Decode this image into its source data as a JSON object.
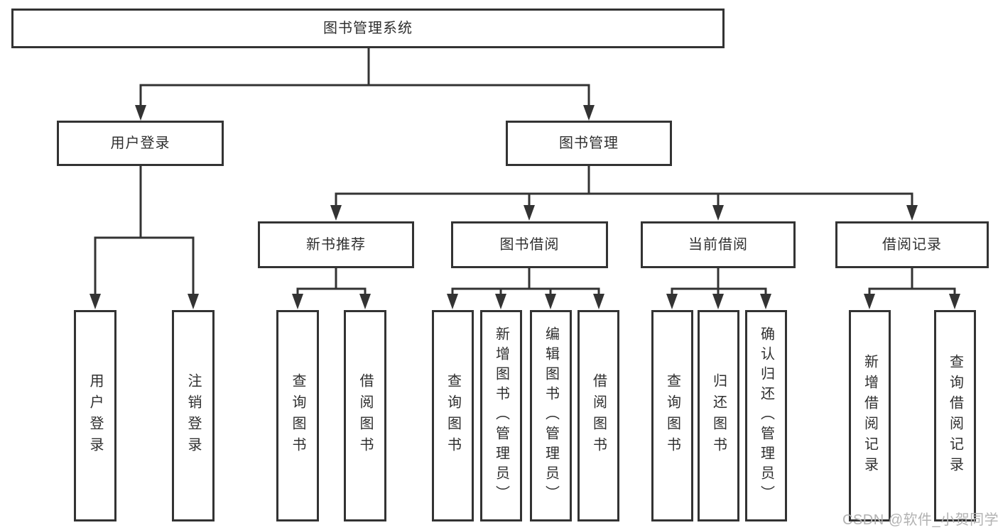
{
  "diagram": {
    "root": {
      "label": "图书管理系统"
    },
    "branches": [
      {
        "label": "用户登录",
        "children": [
          {
            "label": "用户登录"
          },
          {
            "label": "注销登录"
          }
        ]
      },
      {
        "label": "图书管理",
        "children": [
          {
            "label": "新书推荐",
            "children": [
              {
                "label": "查询图书"
              },
              {
                "label": "借阅图书"
              }
            ]
          },
          {
            "label": "图书借阅",
            "children": [
              {
                "label": "查询图书"
              },
              {
                "label": "新增图书（管理员）"
              },
              {
                "label": "编辑图书（管理员）"
              },
              {
                "label": "借阅图书"
              }
            ]
          },
          {
            "label": "当前借阅",
            "children": [
              {
                "label": "查询图书"
              },
              {
                "label": "归还图书"
              },
              {
                "label": "确认归还（管理员）"
              }
            ]
          },
          {
            "label": "借阅记录",
            "children": [
              {
                "label": "新增借阅记录"
              },
              {
                "label": "查询借阅记录"
              }
            ]
          }
        ]
      }
    ]
  },
  "watermark": {
    "text": "CSDN @软件_小贺同学"
  },
  "colors": {
    "line": "#333333",
    "box_border": "#333333",
    "box_fill": "#ffffff",
    "text": "#2f2f2f",
    "background": "#ffffff",
    "watermark": "#b2b2b2"
  }
}
